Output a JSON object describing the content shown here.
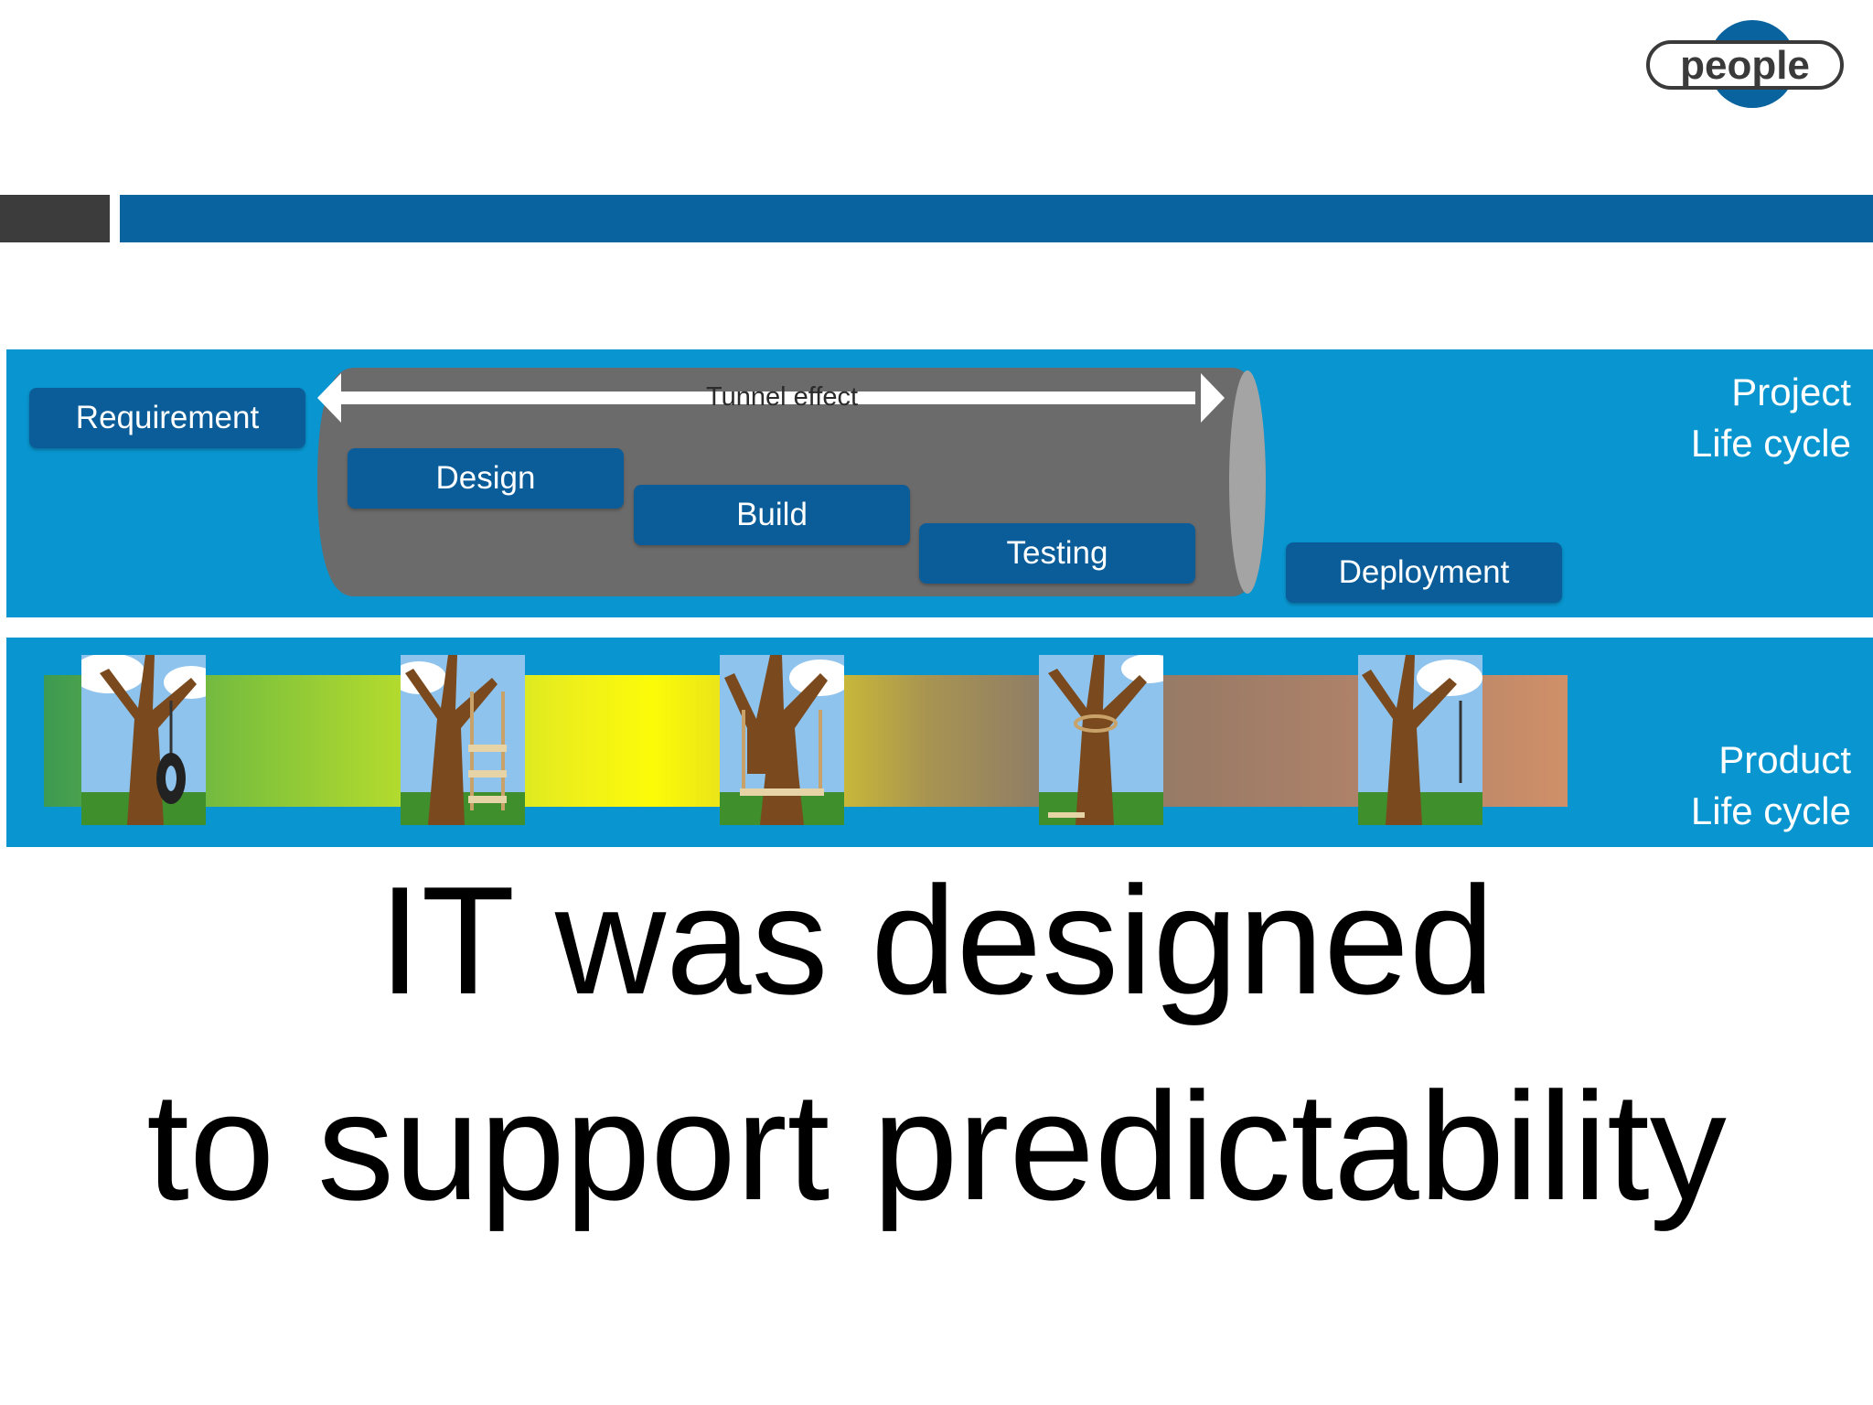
{
  "logo": {
    "text": "people",
    "icon": "people-logo"
  },
  "header_bars": {
    "colors": [
      "#3c3c3c",
      "#08639f"
    ]
  },
  "project_lifecycle": {
    "label_line1": "Project",
    "label_line2": "Life cycle",
    "tunnel_label": "Tunnel effect",
    "stages": [
      "Requirement",
      "Design",
      "Build",
      "Testing",
      "Deployment"
    ]
  },
  "product_lifecycle": {
    "label_line1": "Product",
    "label_line2": "Life cycle",
    "images": [
      "tire-swing-tree-icon",
      "ladder-swing-tree-icon",
      "cut-trunk-swing-tree-icon",
      "tied-swing-tree-icon",
      "rope-swing-tree-icon"
    ]
  },
  "title": {
    "line1": "IT was designed",
    "line2": "to support predictability"
  },
  "colors": {
    "panel": "#0995cf",
    "stage": "#0b5d99",
    "tunnel": "#6b6b6b"
  }
}
